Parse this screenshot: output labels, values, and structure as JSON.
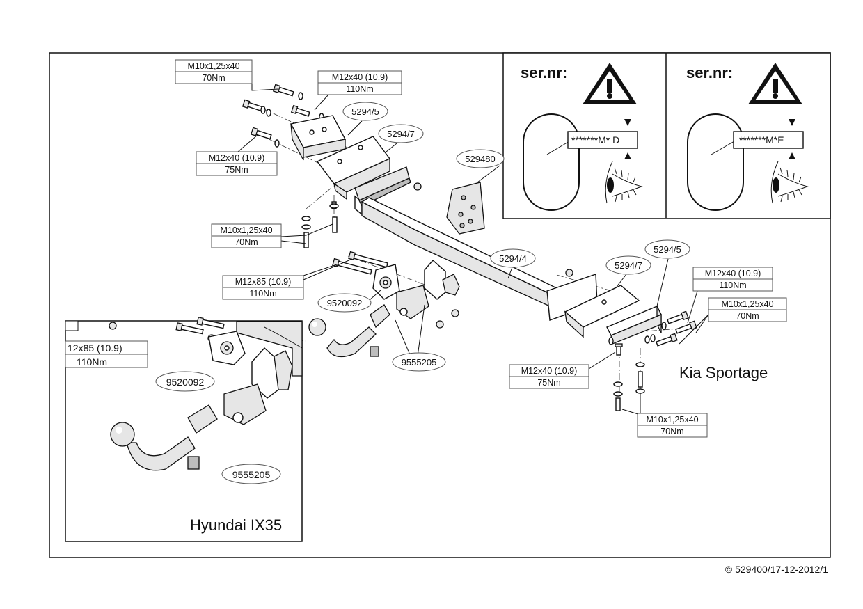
{
  "serial_panels": [
    {
      "heading": "ser.nr:",
      "serial": "*******M* D"
    },
    {
      "heading": "ser.nr:",
      "serial": "*******M*E"
    }
  ],
  "bolt_specs": {
    "top_m10": {
      "size": "M10x1,25x40",
      "torque": "70Nm"
    },
    "top_m12": {
      "size": "M12x40 (10.9)",
      "torque": "110Nm"
    },
    "left_m12": {
      "size": "M12x40 (10.9)",
      "torque": "75Nm"
    },
    "left_m10": {
      "size": "M10x1,25x40",
      "torque": "70Nm"
    },
    "mid_m12x85": {
      "size": "M12x85 (10.9)",
      "torque": "110Nm"
    },
    "right_m12": {
      "size": "M12x40 (10.9)",
      "torque": "110Nm"
    },
    "right_m10": {
      "size": "M10x1,25x40",
      "torque": "70Nm"
    },
    "bottom_m12": {
      "size": "M12x40 (10.9)",
      "torque": "75Nm"
    },
    "bottom_m10": {
      "size": "M10x1,25x40",
      "torque": "70Nm"
    },
    "inset_m12x85": {
      "size": "12x85 (10.9)",
      "torque": "110Nm"
    }
  },
  "part_labels": {
    "bracket_left_5": "5294/5",
    "bracket_left_7": "5294/7",
    "crossbar": "5294/4",
    "plate": "529480",
    "bracket_right_7": "5294/7",
    "bracket_right_5": "5294/5",
    "socket_plate": "9520092",
    "ball_module": "9555205",
    "inset_socket_plate": "9520092",
    "inset_ball_module": "9555205"
  },
  "vehicles": {
    "main": "Kia Sportage",
    "inset": "Hyundai IX35"
  },
  "footer": {
    "copyright": "© 529400/17-12-2012/1"
  }
}
